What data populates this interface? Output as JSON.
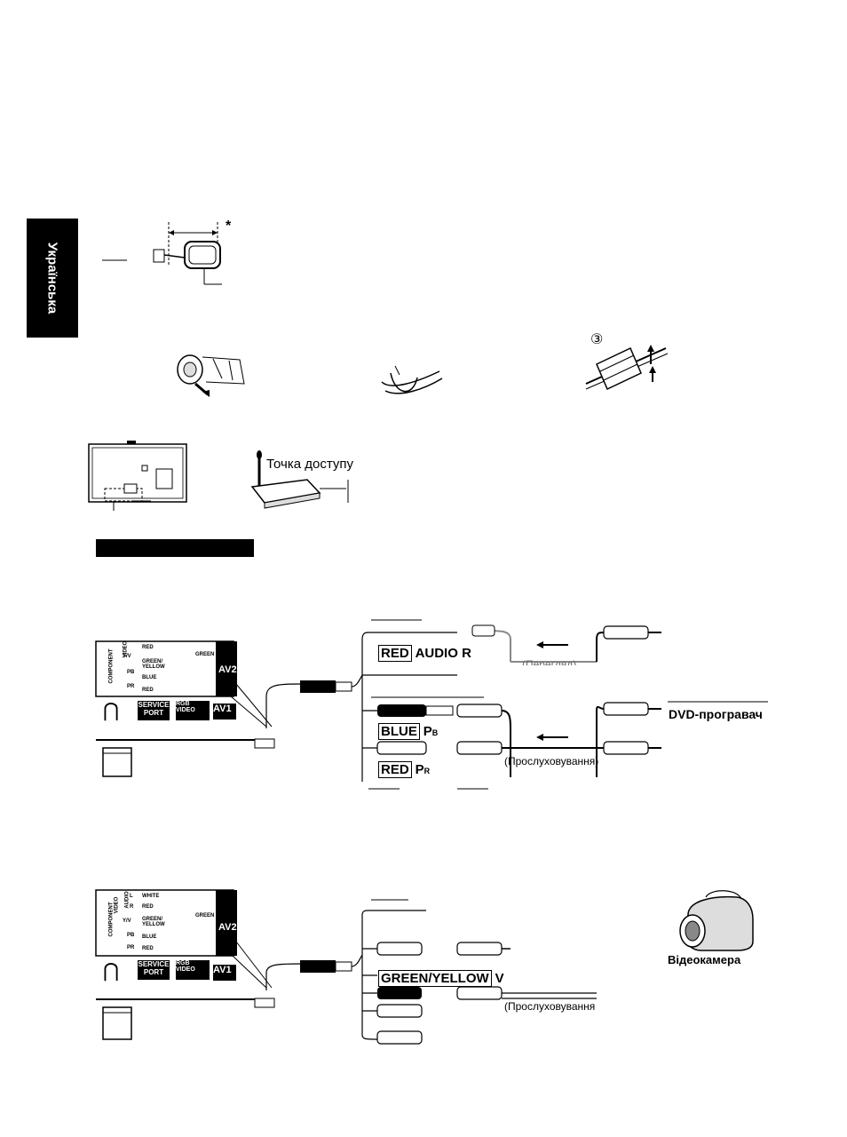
{
  "side_tab": {
    "language": "Українська"
  },
  "ferrite": {
    "asterisk": "*",
    "step_number": "③"
  },
  "network": {
    "access_point_label": "Точка доступу"
  },
  "diagram1": {
    "red_audio_r_box": "RED",
    "red_audio_r_text": "AUDIO R",
    "blue_pb_box": "BLUE",
    "blue_pb_text": "P",
    "blue_pb_sub": "B",
    "red_pr_box": "RED",
    "red_pr_text": "P",
    "red_pr_sub": "R",
    "listening_note": "(Прослуховування)",
    "partial_note": "(Перегляд)",
    "device_label": "DVD-програвач"
  },
  "diagram2": {
    "green_yellow_box": "GREEN/YELLOW",
    "green_yellow_text": "V",
    "listening_note": "(Прослуховування",
    "device_label": "Відеокамера"
  },
  "panel": {
    "component": "COMPONENT",
    "video": "VIDEO",
    "audio": "AUDIO",
    "l": "L",
    "r": "R",
    "white": "WHITE",
    "red": "RED",
    "yv": "Y/V",
    "green_yellow": "GREEN/ YELLOW",
    "pb": "PB",
    "blue": "BLUE",
    "pr": "PR",
    "green": "GREEN",
    "av2": "AV2",
    "av1": "AV1",
    "service_port": "SERVICE PORT",
    "rgb": "RGB",
    "video_in": "VIDEO"
  }
}
